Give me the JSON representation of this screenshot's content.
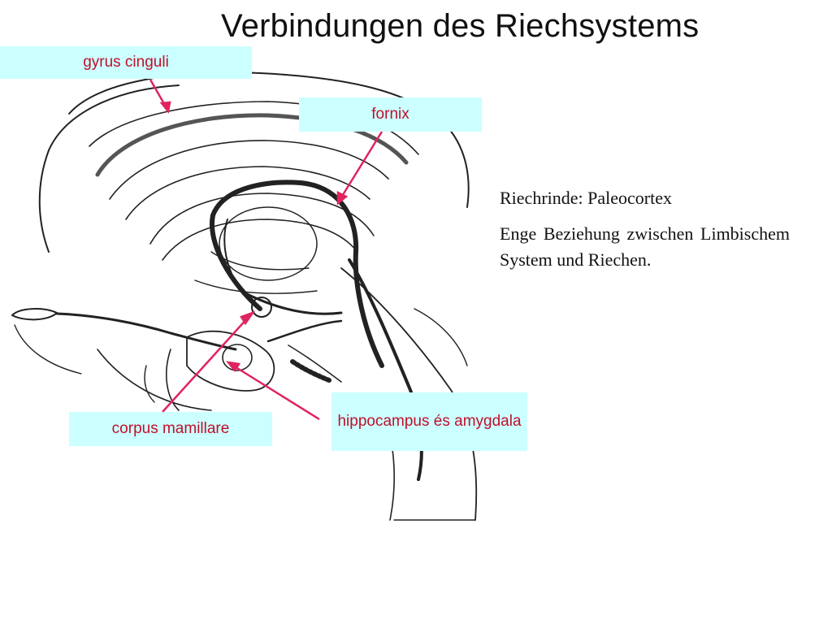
{
  "slide": {
    "title": "Verbindungen des Riechsystems"
  },
  "labels": {
    "gyrus_cinguli": "gyrus cinguli",
    "fornix": "fornix",
    "corpus_mamillare": "corpus mamillare",
    "hippocampus_amygdala": "hippocampus és amygdala"
  },
  "text": {
    "line1": "Riechrinde: Paleocortex",
    "line2": "Enge Beziehung zwischen Limbischem System und Riechen."
  },
  "colors": {
    "label_background": "#ccffff",
    "label_text": "#c0102b",
    "arrow": "#e0245e"
  }
}
